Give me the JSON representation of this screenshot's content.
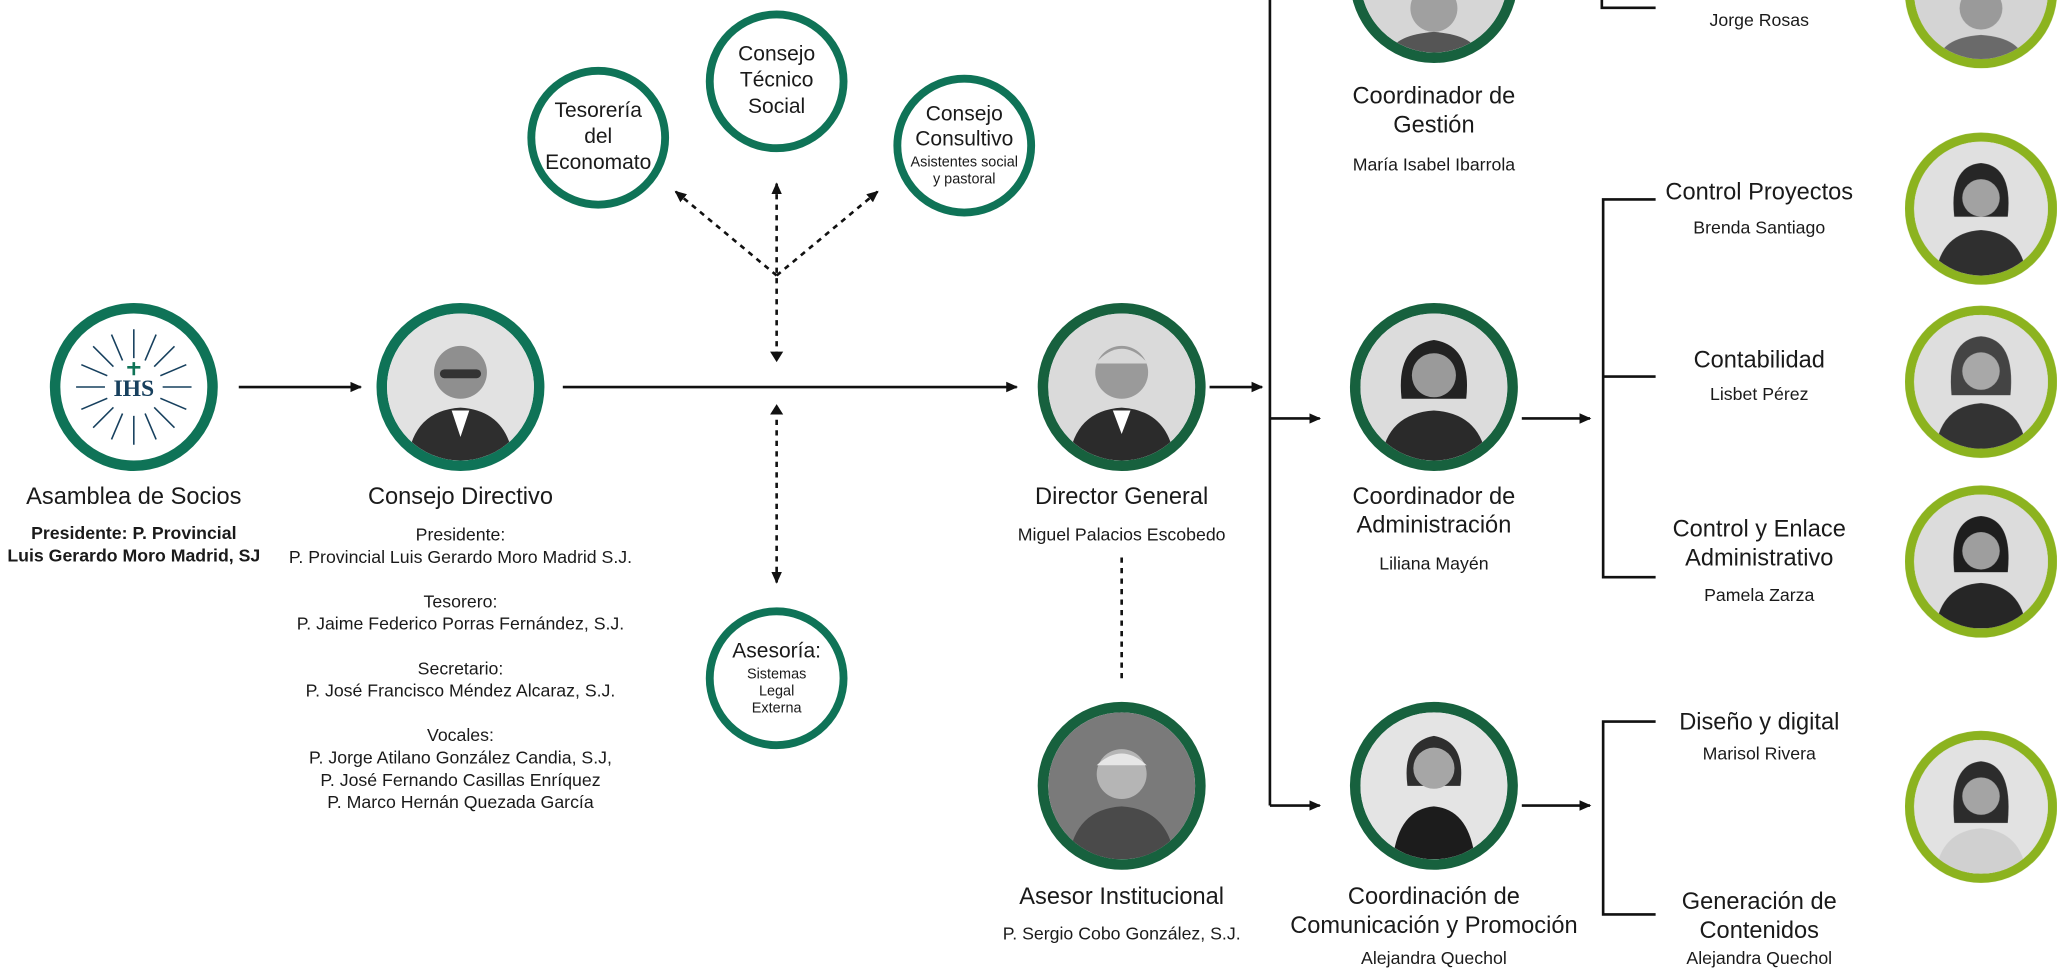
{
  "colors": {
    "primary_green": "#0f7357",
    "dark_green": "#17613e",
    "lime_green": "#8cb31f",
    "line": "#111111"
  },
  "assembly": {
    "title": "Asamblea de Socios",
    "president_line1": "Presidente: P. Provincial",
    "president_line2": "Luis Gerardo Moro Madrid, SJ",
    "logo_text": "IHS"
  },
  "board": {
    "title": "Consejo Directivo",
    "president_label": "Presidente:",
    "president_name": "P. Provincial Luis Gerardo Moro Madrid S.J.",
    "treasurer_label": "Tesorero:",
    "treasurer_name": "P. Jaime Federico Porras Fernández, S.J.",
    "secretary_label": "Secretario:",
    "secretary_name": "P. José Francisco Méndez Alcaraz, S.J.",
    "vocales_label": "Vocales:",
    "vocal1": "P. Jorge Atilano González Candia, S.J,",
    "vocal2": "P. José Fernando Casillas Enríquez",
    "vocal3": "P. Marco Hernán Quezada García"
  },
  "councils": {
    "treasury_l1": "Tesorería",
    "treasury_l2": "del",
    "treasury_l3": "Economato",
    "technical_l1": "Consejo",
    "technical_l2": "Técnico",
    "technical_l3": "Social",
    "consultive_l1": "Consejo",
    "consultive_l2": "Consultivo",
    "consultive_sub1": "Asistentes social",
    "consultive_sub2": "y pastoral"
  },
  "advisory": {
    "title": "Asesoría:",
    "line1": "Sistemas",
    "line2": "Legal",
    "line3": "Externa"
  },
  "director": {
    "title": "Director General",
    "name": "Miguel Palacios Escobedo"
  },
  "advisor": {
    "title": "Asesor Institucional",
    "name": "P. Sergio Cobo González, S.J."
  },
  "management": {
    "title_l1": "Coordinador de",
    "title_l2": "Gestión",
    "name": "María Isabel Ibarrola"
  },
  "administration": {
    "title_l1": "Coordinador de",
    "title_l2": "Administración",
    "name": "Liliana Mayén"
  },
  "communication": {
    "title_l1": "Coordinación de",
    "title_l2": "Comunicación y Promoción",
    "name": "Alejandra Quechol"
  },
  "staff": {
    "top_name": "Jorge Rosas",
    "projects_title": "Control Proyectos",
    "projects_name": "Brenda Santiago",
    "accounting_title": "Contabilidad",
    "accounting_name": "Lisbet Pérez",
    "liaison_title_l1": "Control y Enlace",
    "liaison_title_l2": "Administrativo",
    "liaison_name": "Pamela Zarza",
    "design_title": "Diseño y digital",
    "design_name": "Marisol Rivera",
    "content_title_l1": "Generación de",
    "content_title_l2": "Contenidos",
    "content_name": "Alejandra Quechol"
  }
}
